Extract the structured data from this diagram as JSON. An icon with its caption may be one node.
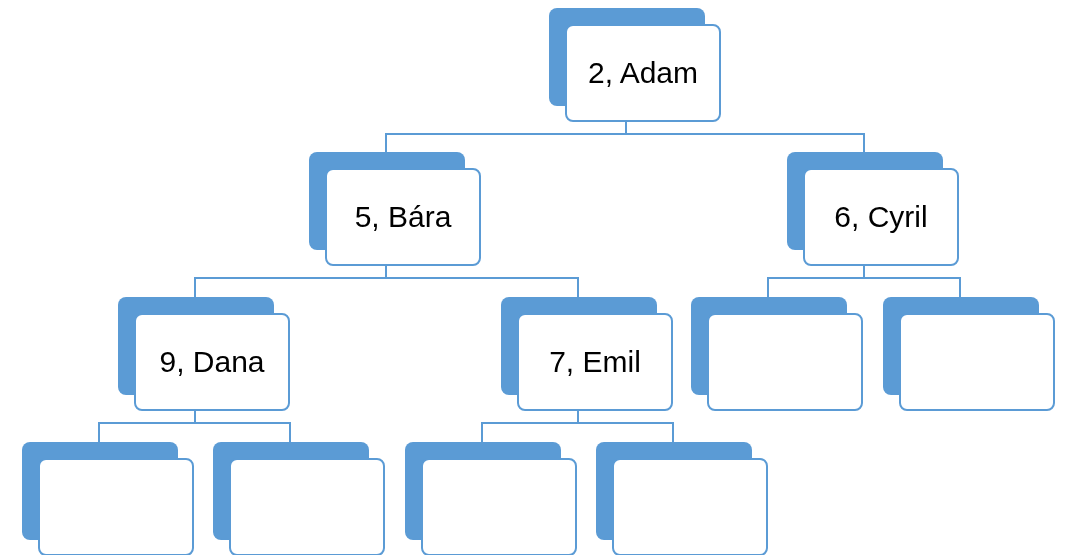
{
  "diagram": {
    "nodes": [
      {
        "text": [
          "2, Adam"
        ]
      },
      {
        "text": [
          "5, Bára"
        ]
      },
      {
        "text": [
          "6, Cyril"
        ]
      },
      {
        "text": [
          "9, Dana"
        ]
      },
      {
        "text": [
          "7, Emil"
        ]
      },
      {
        "text": [],
        "shape": "box"
      },
      {
        "text": [],
        "shape": "box"
      },
      {
        "text": [],
        "shape": "box"
      },
      {
        "text": [],
        "shape": "box"
      },
      {
        "text": [],
        "shape": "box"
      },
      {
        "text": [],
        "shape": "box"
      }
    ],
    "edges": [
      {
        "from": 0,
        "to": 1,
        "arrow": "none"
      },
      {
        "from": 0,
        "to": 2,
        "arrow": "none"
      },
      {
        "from": 1,
        "to": 3,
        "arrow": "none"
      },
      {
        "from": 1,
        "to": 4,
        "arrow": "none"
      },
      {
        "from": 2,
        "to": 5,
        "arrow": "none"
      },
      {
        "from": 2,
        "to": 6,
        "arrow": "none"
      },
      {
        "from": 3,
        "to": 7,
        "arrow": "none"
      },
      {
        "from": 3,
        "to": 8,
        "arrow": "none"
      },
      {
        "from": 4,
        "to": 9,
        "arrow": "none"
      },
      {
        "from": 4,
        "to": 10,
        "arrow": "none"
      }
    ]
  }
}
